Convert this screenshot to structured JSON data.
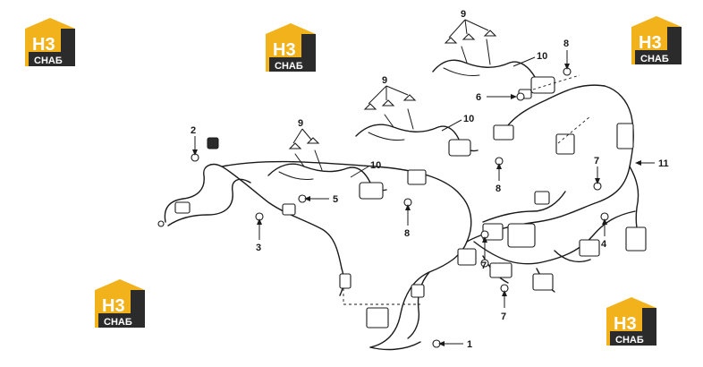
{
  "colors": {
    "logo_gold": "#f2b21b",
    "logo_dark": "#2b2b2b",
    "line": "#1a1a1a"
  },
  "logo": {
    "letters": "H3",
    "word": "СНАБ"
  },
  "callouts": {
    "c1": "1",
    "c2": "2",
    "c3": "3",
    "c4": "4",
    "c5": "5",
    "c6": "6",
    "c7a": "7",
    "c7b": "7",
    "c7c": "7",
    "c8a": "8",
    "c8b": "8",
    "c8c": "8",
    "c9a": "9",
    "c9b": "9",
    "c9c": "9",
    "c10a": "10",
    "c10b": "10",
    "c10c": "10",
    "c11": "11"
  }
}
